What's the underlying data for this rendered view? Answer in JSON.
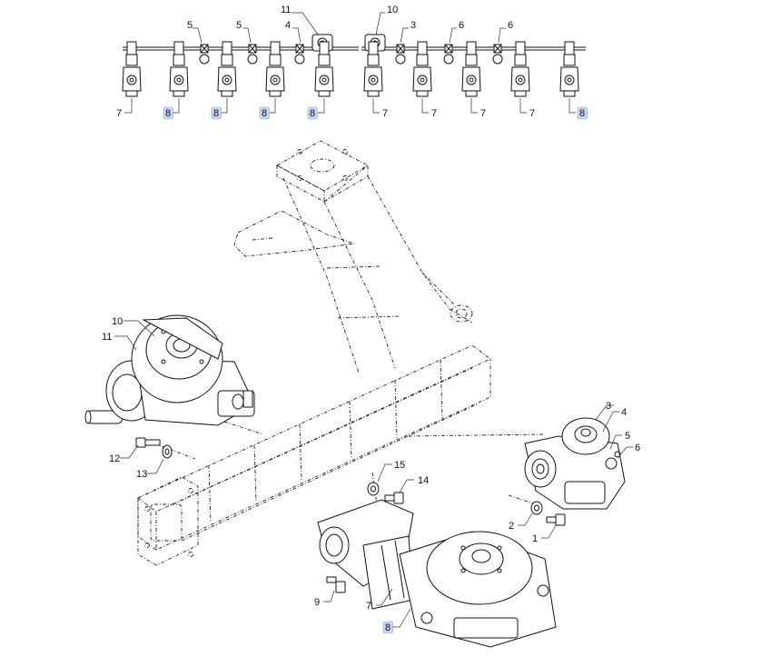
{
  "callouts": {
    "top": [
      {
        "id": "c_t5a",
        "text": "5"
      },
      {
        "id": "c_t5b",
        "text": "5"
      },
      {
        "id": "c_t11",
        "text": "11"
      },
      {
        "id": "c_t4",
        "text": "4"
      },
      {
        "id": "c_t10",
        "text": "10"
      },
      {
        "id": "c_t3",
        "text": "3"
      },
      {
        "id": "c_t6a",
        "text": "6"
      },
      {
        "id": "c_t6b",
        "text": "6"
      }
    ],
    "bottom_row": [
      {
        "id": "c_b7a",
        "text": "7",
        "highlight": false
      },
      {
        "id": "c_b8a",
        "text": "8",
        "highlight": true
      },
      {
        "id": "c_b8b",
        "text": "8",
        "highlight": true
      },
      {
        "id": "c_b8c",
        "text": "8",
        "highlight": true
      },
      {
        "id": "c_b8d",
        "text": "8",
        "highlight": true
      },
      {
        "id": "c_b7b",
        "text": "7",
        "highlight": false
      },
      {
        "id": "c_b7c",
        "text": "7",
        "highlight": false
      },
      {
        "id": "c_b7d",
        "text": "7",
        "highlight": false
      },
      {
        "id": "c_b7e",
        "text": "7",
        "highlight": false
      },
      {
        "id": "c_b8e",
        "text": "8",
        "highlight": true
      }
    ],
    "main": [
      {
        "id": "c_m10",
        "text": "10",
        "highlight": false
      },
      {
        "id": "c_m11",
        "text": "11",
        "highlight": false
      },
      {
        "id": "c_m12",
        "text": "12",
        "highlight": false
      },
      {
        "id": "c_m13",
        "text": "13",
        "highlight": false
      },
      {
        "id": "c_m15",
        "text": "15",
        "highlight": false
      },
      {
        "id": "c_m14",
        "text": "14",
        "highlight": false
      },
      {
        "id": "c_m3",
        "text": "3",
        "highlight": false
      },
      {
        "id": "c_m4",
        "text": "4",
        "highlight": false
      },
      {
        "id": "c_m5",
        "text": "5",
        "highlight": false
      },
      {
        "id": "c_m6",
        "text": "6",
        "highlight": false
      },
      {
        "id": "c_m2",
        "text": "2",
        "highlight": false
      },
      {
        "id": "c_m1",
        "text": "1",
        "highlight": false
      },
      {
        "id": "c_m9",
        "text": "9",
        "highlight": false
      },
      {
        "id": "c_m7",
        "text": "7",
        "highlight": false
      },
      {
        "id": "c_m8",
        "text": "8",
        "highlight": true
      }
    ]
  },
  "colors": {
    "highlight": "#c9d6f2",
    "line": "#111111"
  }
}
